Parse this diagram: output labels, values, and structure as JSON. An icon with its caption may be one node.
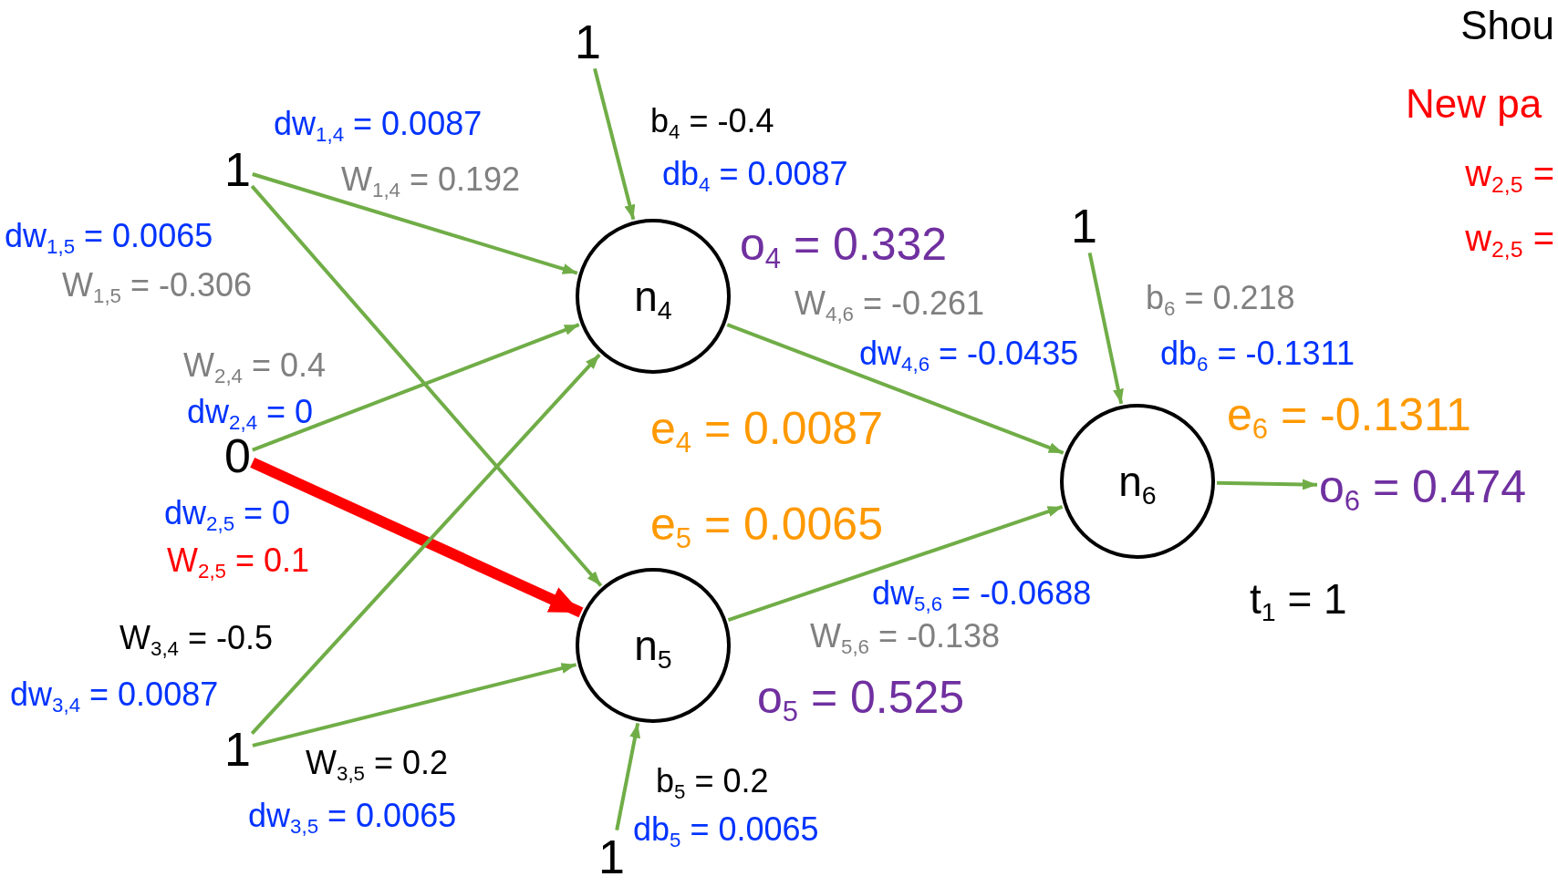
{
  "diagram": {
    "nodes": [
      {
        "text": [
          "1"
        ]
      },
      {
        "text": [
          "0"
        ]
      },
      {
        "text": [
          "1"
        ]
      },
      {
        "text": [
          "n$_{4}$"
        ]
      },
      {
        "text": [
          "n$_{5}$"
        ]
      },
      {
        "text": [
          "1"
        ]
      },
      {
        "text": [
          "1"
        ]
      },
      {
        "text": [
          "n$_{6}$"
        ]
      },
      {
        "text": [
          "1"
        ]
      },
      {
        "text": [
          "o$_{6}$ = 0.474"
        ]
      }
    ],
    "edges": [
      {
        "from": 0,
        "to": 3,
        "arrow": "to"
      },
      {
        "from": 0,
        "to": 4,
        "arrow": "to"
      },
      {
        "from": 1,
        "to": 3,
        "arrow": "to"
      },
      {
        "from": 1,
        "to": 4,
        "arrow": "to",
        "style": "thick",
        "color": "#ff0000"
      },
      {
        "from": 2,
        "to": 3,
        "arrow": "to"
      },
      {
        "from": 2,
        "to": 4,
        "arrow": "to"
      },
      {
        "from": 5,
        "to": 3,
        "arrow": "to"
      },
      {
        "from": 6,
        "to": 4,
        "arrow": "to"
      },
      {
        "from": 3,
        "to": 7,
        "arrow": "to"
      },
      {
        "from": 4,
        "to": 7,
        "arrow": "to"
      },
      {
        "from": 8,
        "to": 7,
        "arrow": "to"
      },
      {
        "from": 7,
        "to": 9,
        "arrow": "to"
      }
    ],
    "labels": [
      "Shou",
      "New pa",
      "w$_{2,5}$ =",
      "w$_{2,5}$ =",
      "dw$_{1,4}$ = 0.0087",
      "W$_{1,4}$ = 0.192",
      "b$_{4}$ = -0.4",
      "db$_{4}$ = 0.0087",
      "dw$_{1,5}$ = 0.0065",
      "o$_{4}$ = 0.332",
      "W$_{1,5}$ = -0.306",
      "W$_{4,6}$ = -0.261",
      "b$_{6}$ = 0.218",
      "dw$_{4,6}$ = -0.0435",
      "db$_{6}$ = -0.1311",
      "W$_{2,4}$ = 0.4",
      "dw$_{2,4}$ = 0",
      "e$_{4}$ = 0.0087",
      "e$_{6}$ = -0.1311",
      "dw$_{2,5}$ = 0",
      "e$_{5}$ = 0.0065",
      "W$_{2,5}$ = 0.1",
      "dw$_{5,6}$ = -0.0688",
      "t$_{1}$ = 1",
      "W$_{3,4}$ = -0.5",
      "W$_{5,6}$ = -0.138",
      "dw$_{3,4}$ = 0.0087",
      "o$_{5}$ = 0.525",
      "W$_{3,5}$ = 0.2",
      "b$_{5}$ = 0.2",
      "dw$_{3,5}$ = 0.0065",
      "db$_{5}$ = 0.0065"
    ]
  }
}
